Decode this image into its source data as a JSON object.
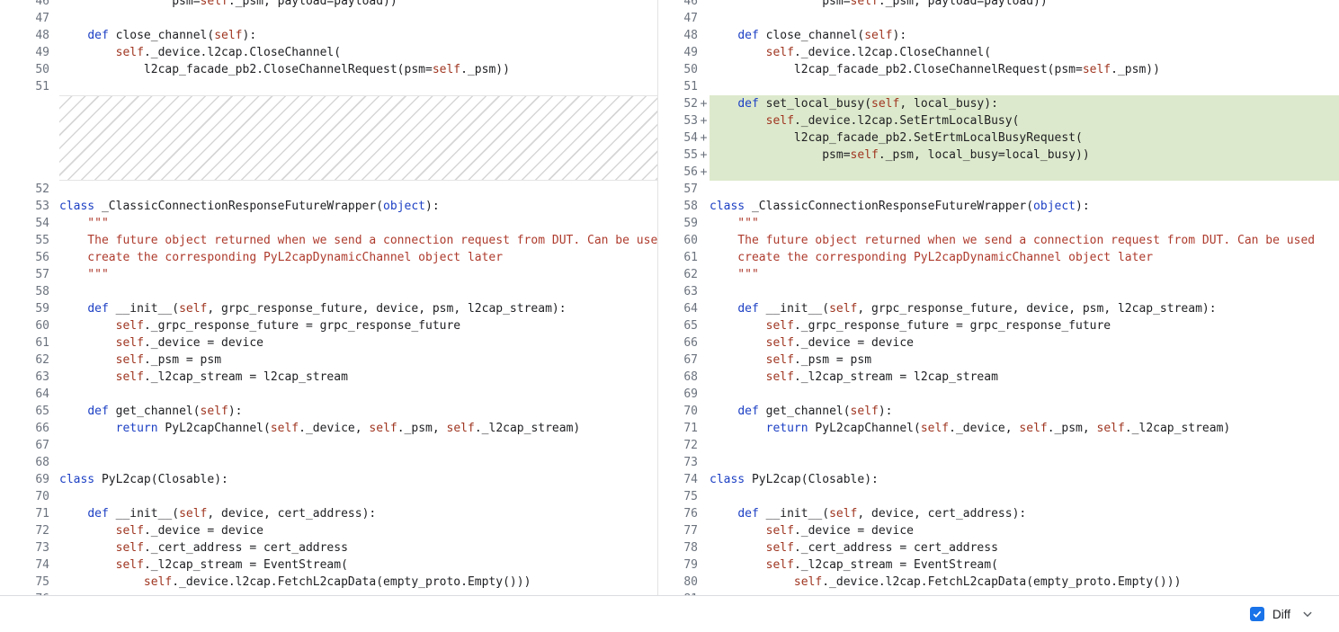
{
  "colors": {
    "added_bg": "#dde9cc",
    "keyword": "#1d40c4",
    "self_color": "#9f3520",
    "string_color": "#ae3b2d",
    "line_number": "#6c737e",
    "checkbox_accent": "#1a73e8"
  },
  "bottom_bar": {
    "diff_label": "Diff",
    "diff_checked": true
  },
  "old_pane": {
    "rows": [
      {
        "n": 46,
        "t": [
          [
            "                psm=",
            "p"
          ],
          [
            "self",
            "s"
          ],
          [
            "._psm, payload=payload))",
            "p"
          ]
        ]
      },
      {
        "n": 47,
        "t": []
      },
      {
        "n": 48,
        "t": [
          [
            "    ",
            "p"
          ],
          [
            "def",
            "k"
          ],
          [
            " close_channel(",
            "p"
          ],
          [
            "self",
            "s"
          ],
          [
            "):",
            "p"
          ]
        ]
      },
      {
        "n": 49,
        "t": [
          [
            "        ",
            "p"
          ],
          [
            "self",
            "s"
          ],
          [
            "._device.l2cap.CloseChannel(",
            "p"
          ]
        ]
      },
      {
        "n": 50,
        "t": [
          [
            "            l2cap_facade_pb2.CloseChannelRequest(psm=",
            "p"
          ],
          [
            "self",
            "s"
          ],
          [
            "._psm))",
            "p"
          ]
        ]
      },
      {
        "n": 51,
        "t": []
      },
      {
        "hatch_rows": 5
      },
      {
        "n": 52,
        "t": []
      },
      {
        "n": 53,
        "t": [
          [
            "class",
            "k"
          ],
          [
            " _ClassicConnectionResponseFutureWrapper(",
            "p"
          ],
          [
            "object",
            "k"
          ],
          [
            "):",
            "p"
          ]
        ]
      },
      {
        "n": 54,
        "t": [
          [
            "    \"\"\"",
            "r"
          ]
        ]
      },
      {
        "n": 55,
        "t": [
          [
            "    The future object returned when we send a connection request from DUT. Can be used",
            "r"
          ]
        ]
      },
      {
        "n": 56,
        "t": [
          [
            "    create the corresponding PyL2capDynamicChannel object later",
            "r"
          ]
        ]
      },
      {
        "n": 57,
        "t": [
          [
            "    \"\"\"",
            "r"
          ]
        ]
      },
      {
        "n": 58,
        "t": []
      },
      {
        "n": 59,
        "t": [
          [
            "    ",
            "p"
          ],
          [
            "def",
            "k"
          ],
          [
            " __init__(",
            "p"
          ],
          [
            "self",
            "s"
          ],
          [
            ", grpc_response_future, device, psm, l2cap_stream):",
            "p"
          ]
        ]
      },
      {
        "n": 60,
        "t": [
          [
            "        ",
            "p"
          ],
          [
            "self",
            "s"
          ],
          [
            "._grpc_response_future = grpc_response_future",
            "p"
          ]
        ]
      },
      {
        "n": 61,
        "t": [
          [
            "        ",
            "p"
          ],
          [
            "self",
            "s"
          ],
          [
            "._device = device",
            "p"
          ]
        ]
      },
      {
        "n": 62,
        "t": [
          [
            "        ",
            "p"
          ],
          [
            "self",
            "s"
          ],
          [
            "._psm = psm",
            "p"
          ]
        ]
      },
      {
        "n": 63,
        "t": [
          [
            "        ",
            "p"
          ],
          [
            "self",
            "s"
          ],
          [
            "._l2cap_stream = l2cap_stream",
            "p"
          ]
        ]
      },
      {
        "n": 64,
        "t": []
      },
      {
        "n": 65,
        "t": [
          [
            "    ",
            "p"
          ],
          [
            "def",
            "k"
          ],
          [
            " get_channel(",
            "p"
          ],
          [
            "self",
            "s"
          ],
          [
            "):",
            "p"
          ]
        ]
      },
      {
        "n": 66,
        "t": [
          [
            "        ",
            "p"
          ],
          [
            "return",
            "k"
          ],
          [
            " PyL2capChannel(",
            "p"
          ],
          [
            "self",
            "s"
          ],
          [
            "._device, ",
            "p"
          ],
          [
            "self",
            "s"
          ],
          [
            "._psm, ",
            "p"
          ],
          [
            "self",
            "s"
          ],
          [
            "._l2cap_stream)",
            "p"
          ]
        ]
      },
      {
        "n": 67,
        "t": []
      },
      {
        "n": 68,
        "t": []
      },
      {
        "n": 69,
        "t": [
          [
            "class",
            "k"
          ],
          [
            " PyL2cap(Closable):",
            "p"
          ]
        ]
      },
      {
        "n": 70,
        "t": []
      },
      {
        "n": 71,
        "t": [
          [
            "    ",
            "p"
          ],
          [
            "def",
            "k"
          ],
          [
            " __init__(",
            "p"
          ],
          [
            "self",
            "s"
          ],
          [
            ", device, cert_address):",
            "p"
          ]
        ]
      },
      {
        "n": 72,
        "t": [
          [
            "        ",
            "p"
          ],
          [
            "self",
            "s"
          ],
          [
            "._device = device",
            "p"
          ]
        ]
      },
      {
        "n": 73,
        "t": [
          [
            "        ",
            "p"
          ],
          [
            "self",
            "s"
          ],
          [
            "._cert_address = cert_address",
            "p"
          ]
        ]
      },
      {
        "n": 74,
        "t": [
          [
            "        ",
            "p"
          ],
          [
            "self",
            "s"
          ],
          [
            "._l2cap_stream = EventStream(",
            "p"
          ]
        ]
      },
      {
        "n": 75,
        "t": [
          [
            "            ",
            "p"
          ],
          [
            "self",
            "s"
          ],
          [
            "._device.l2cap.FetchL2capData(empty_proto.Empty()))",
            "p"
          ]
        ]
      },
      {
        "n": 76,
        "t": []
      }
    ]
  },
  "new_pane": {
    "rows": [
      {
        "n": 46,
        "t": [
          [
            "                psm=",
            "p"
          ],
          [
            "self",
            "s"
          ],
          [
            "._psm, payload=payload))",
            "p"
          ]
        ]
      },
      {
        "n": 47,
        "t": []
      },
      {
        "n": 48,
        "t": [
          [
            "    ",
            "p"
          ],
          [
            "def",
            "k"
          ],
          [
            " close_channel(",
            "p"
          ],
          [
            "self",
            "s"
          ],
          [
            "):",
            "p"
          ]
        ]
      },
      {
        "n": 49,
        "t": [
          [
            "        ",
            "p"
          ],
          [
            "self",
            "s"
          ],
          [
            "._device.l2cap.CloseChannel(",
            "p"
          ]
        ]
      },
      {
        "n": 50,
        "t": [
          [
            "            l2cap_facade_pb2.CloseChannelRequest(psm=",
            "p"
          ],
          [
            "self",
            "s"
          ],
          [
            "._psm))",
            "p"
          ]
        ]
      },
      {
        "n": 51,
        "t": []
      },
      {
        "n": 52,
        "add": true,
        "t": [
          [
            "    ",
            "p"
          ],
          [
            "def",
            "k"
          ],
          [
            " set_local_busy(",
            "p"
          ],
          [
            "self",
            "s"
          ],
          [
            ", local_busy):",
            "p"
          ]
        ]
      },
      {
        "n": 53,
        "add": true,
        "t": [
          [
            "        ",
            "p"
          ],
          [
            "self",
            "s"
          ],
          [
            "._device.l2cap.SetErtmLocalBusy(",
            "p"
          ]
        ]
      },
      {
        "n": 54,
        "add": true,
        "t": [
          [
            "            l2cap_facade_pb2.SetErtmLocalBusyRequest(",
            "p"
          ]
        ]
      },
      {
        "n": 55,
        "add": true,
        "t": [
          [
            "                psm=",
            "p"
          ],
          [
            "self",
            "s"
          ],
          [
            "._psm, local_busy=local_busy))",
            "p"
          ]
        ]
      },
      {
        "n": 56,
        "add": true,
        "t": []
      },
      {
        "n": 57,
        "t": []
      },
      {
        "n": 58,
        "t": [
          [
            "class",
            "k"
          ],
          [
            " _ClassicConnectionResponseFutureWrapper(",
            "p"
          ],
          [
            "object",
            "k"
          ],
          [
            "):",
            "p"
          ]
        ]
      },
      {
        "n": 59,
        "t": [
          [
            "    \"\"\"",
            "r"
          ]
        ]
      },
      {
        "n": 60,
        "t": [
          [
            "    The future object returned when we send a connection request from DUT. Can be used",
            "r"
          ]
        ]
      },
      {
        "n": 61,
        "t": [
          [
            "    create the corresponding PyL2capDynamicChannel object later",
            "r"
          ]
        ]
      },
      {
        "n": 62,
        "t": [
          [
            "    \"\"\"",
            "r"
          ]
        ]
      },
      {
        "n": 63,
        "t": []
      },
      {
        "n": 64,
        "t": [
          [
            "    ",
            "p"
          ],
          [
            "def",
            "k"
          ],
          [
            " __init__(",
            "p"
          ],
          [
            "self",
            "s"
          ],
          [
            ", grpc_response_future, device, psm, l2cap_stream):",
            "p"
          ]
        ]
      },
      {
        "n": 65,
        "t": [
          [
            "        ",
            "p"
          ],
          [
            "self",
            "s"
          ],
          [
            "._grpc_response_future = grpc_response_future",
            "p"
          ]
        ]
      },
      {
        "n": 66,
        "t": [
          [
            "        ",
            "p"
          ],
          [
            "self",
            "s"
          ],
          [
            "._device = device",
            "p"
          ]
        ]
      },
      {
        "n": 67,
        "t": [
          [
            "        ",
            "p"
          ],
          [
            "self",
            "s"
          ],
          [
            "._psm = psm",
            "p"
          ]
        ]
      },
      {
        "n": 68,
        "t": [
          [
            "        ",
            "p"
          ],
          [
            "self",
            "s"
          ],
          [
            "._l2cap_stream = l2cap_stream",
            "p"
          ]
        ]
      },
      {
        "n": 69,
        "t": []
      },
      {
        "n": 70,
        "t": [
          [
            "    ",
            "p"
          ],
          [
            "def",
            "k"
          ],
          [
            " get_channel(",
            "p"
          ],
          [
            "self",
            "s"
          ],
          [
            "):",
            "p"
          ]
        ]
      },
      {
        "n": 71,
        "t": [
          [
            "        ",
            "p"
          ],
          [
            "return",
            "k"
          ],
          [
            " PyL2capChannel(",
            "p"
          ],
          [
            "self",
            "s"
          ],
          [
            "._device, ",
            "p"
          ],
          [
            "self",
            "s"
          ],
          [
            "._psm, ",
            "p"
          ],
          [
            "self",
            "s"
          ],
          [
            "._l2cap_stream)",
            "p"
          ]
        ]
      },
      {
        "n": 72,
        "t": []
      },
      {
        "n": 73,
        "t": []
      },
      {
        "n": 74,
        "t": [
          [
            "class",
            "k"
          ],
          [
            " PyL2cap(Closable):",
            "p"
          ]
        ]
      },
      {
        "n": 75,
        "t": []
      },
      {
        "n": 76,
        "t": [
          [
            "    ",
            "p"
          ],
          [
            "def",
            "k"
          ],
          [
            " __init__(",
            "p"
          ],
          [
            "self",
            "s"
          ],
          [
            ", device, cert_address):",
            "p"
          ]
        ]
      },
      {
        "n": 77,
        "t": [
          [
            "        ",
            "p"
          ],
          [
            "self",
            "s"
          ],
          [
            "._device = device",
            "p"
          ]
        ]
      },
      {
        "n": 78,
        "t": [
          [
            "        ",
            "p"
          ],
          [
            "self",
            "s"
          ],
          [
            "._cert_address = cert_address",
            "p"
          ]
        ]
      },
      {
        "n": 79,
        "t": [
          [
            "        ",
            "p"
          ],
          [
            "self",
            "s"
          ],
          [
            "._l2cap_stream = EventStream(",
            "p"
          ]
        ]
      },
      {
        "n": 80,
        "t": [
          [
            "            ",
            "p"
          ],
          [
            "self",
            "s"
          ],
          [
            "._device.l2cap.FetchL2capData(empty_proto.Empty()))",
            "p"
          ]
        ]
      },
      {
        "n": 81,
        "t": []
      }
    ]
  }
}
